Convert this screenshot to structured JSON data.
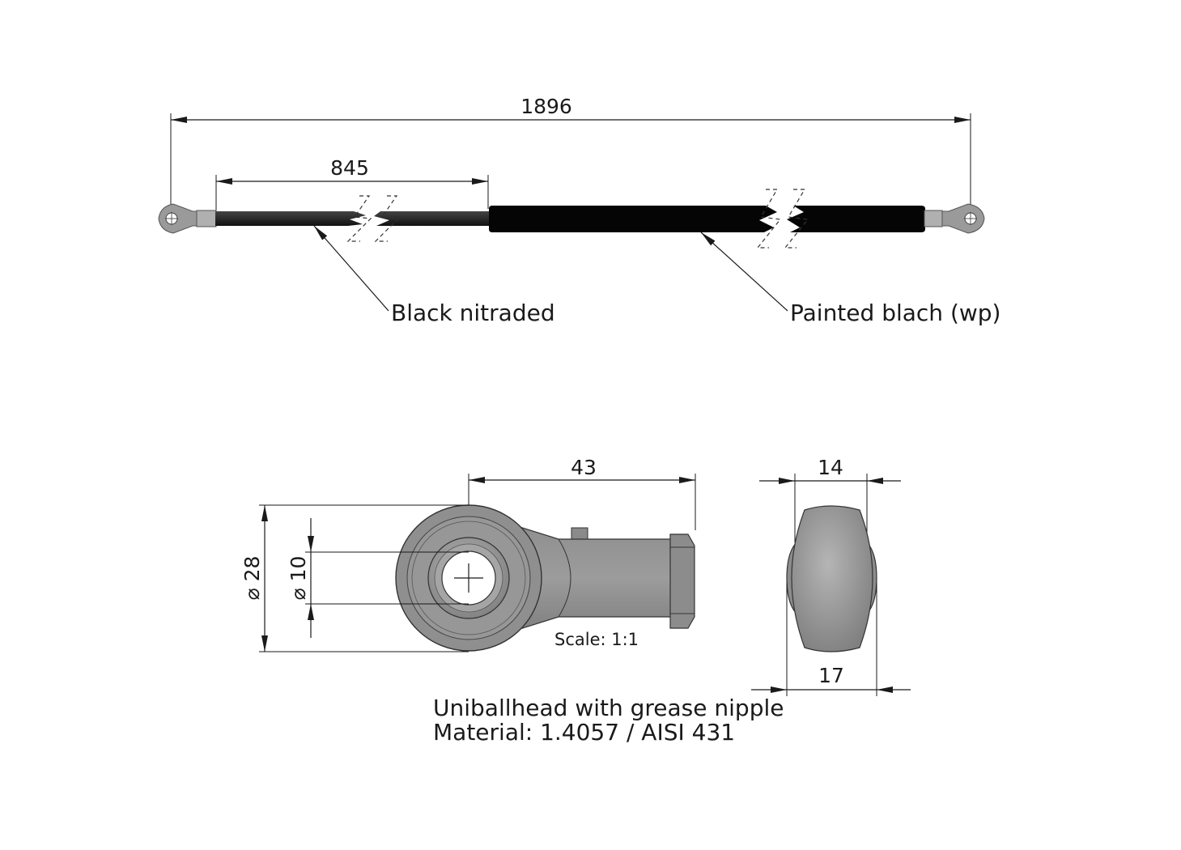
{
  "main_view": {
    "overall_length": "1896",
    "rod_length": "845",
    "rod_callout": "Black nitraded",
    "tube_callout": "Painted blach (wp)"
  },
  "detail_view": {
    "length_dim": "43",
    "outer_diameter": "28",
    "bore_diameter": "10",
    "ball_width": "14",
    "housing_width": "17",
    "scale_note": "Scale: 1:1"
  },
  "caption": {
    "line1": "Uniballhead with grease nipple",
    "line2": "Material: 1.4057 / AISI 431"
  },
  "colors": {
    "line": "#1a1a1a",
    "rod": "#2b2b2b",
    "tube": "#050505",
    "metal": "#9a9a9a",
    "metal_dark": "#6e6e6e",
    "metal_light": "#c4c4c4"
  }
}
